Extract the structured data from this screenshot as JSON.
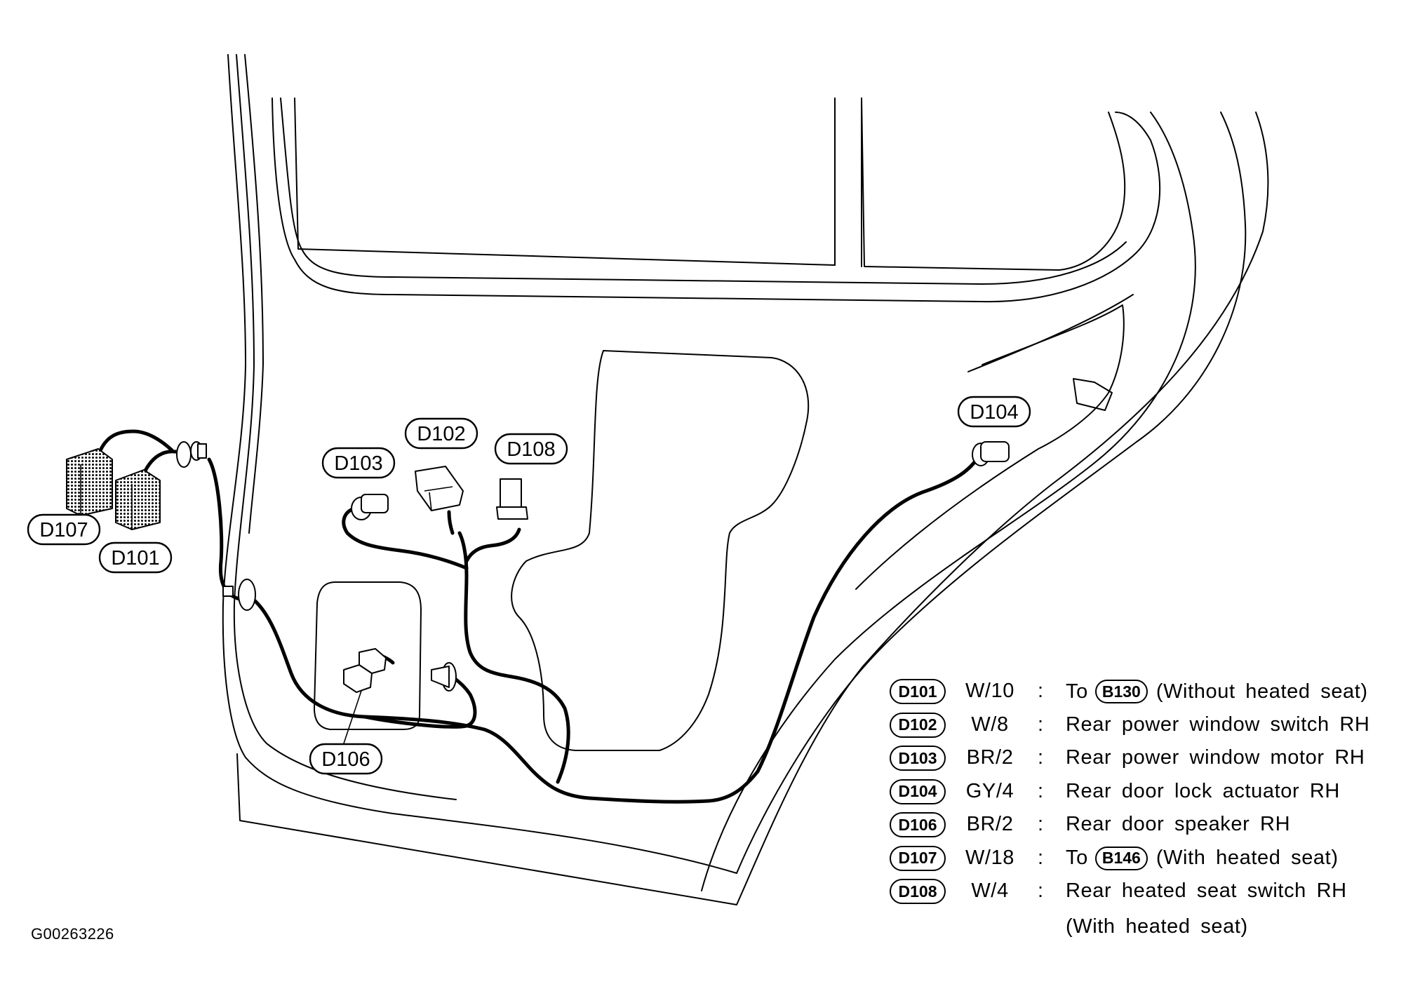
{
  "connector_tags": {
    "d101": "D101",
    "d102": "D102",
    "d103": "D103",
    "d104": "D104",
    "d106": "D106",
    "d107": "D107",
    "d108": "D108"
  },
  "legend": [
    {
      "connector": "D101",
      "wire": "W/10",
      "sep": ":",
      "pre": "To",
      "ref": "B130",
      "desc": "(Without heated seat)"
    },
    {
      "connector": "D102",
      "wire": "W/8",
      "sep": ":",
      "desc": "Rear power window switch RH"
    },
    {
      "connector": "D103",
      "wire": "BR/2",
      "sep": ":",
      "desc": "Rear power window motor RH"
    },
    {
      "connector": "D104",
      "wire": "GY/4",
      "sep": ":",
      "desc": "Rear door lock actuator RH"
    },
    {
      "connector": "D106",
      "wire": "BR/2",
      "sep": ":",
      "desc": "Rear door speaker RH"
    },
    {
      "connector": "D107",
      "wire": "W/18",
      "sep": ":",
      "pre": "To",
      "ref": "B146",
      "desc": "(With heated seat)"
    },
    {
      "connector": "D108",
      "wire": "W/4",
      "sep": ":",
      "desc": "Rear heated seat switch RH"
    }
  ],
  "legend_continuation": "(With heated seat)",
  "figure_code": "G00263226"
}
